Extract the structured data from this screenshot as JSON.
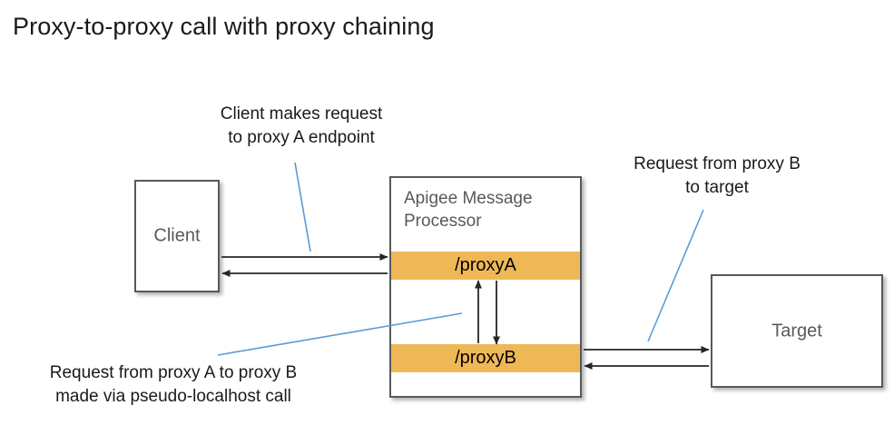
{
  "title": "Proxy-to-proxy call with proxy chaining",
  "colors": {
    "proxy_band": "#efb857",
    "box_border": "#58595b",
    "box_text": "#58595b",
    "leader_line": "#5b9bd5",
    "arrow": "#262626",
    "title_text": "#1a1a1a",
    "canvas_background": "#ffffff"
  },
  "nodes": {
    "client": {
      "label": "Client"
    },
    "target": {
      "label": "Target"
    },
    "message_processor": {
      "title": "Apigee Message\nProcessor",
      "title_line_1": "Apigee Message",
      "title_line_2": "Processor",
      "proxy_a": "/proxyA",
      "proxy_b": "/proxyB"
    }
  },
  "annotations": {
    "client_request": "Client makes request\nto proxy A endpoint",
    "target_request": "Request from proxy B\nto target",
    "chaining": "Request from proxy A to proxy B\nmade via pseudo-localhost call"
  },
  "flows": [
    {
      "name": "client-to-proxyA",
      "from": "client",
      "to": "proxy_a",
      "direction": "right"
    },
    {
      "name": "proxyA-to-client",
      "from": "proxy_a",
      "to": "client",
      "direction": "left"
    },
    {
      "name": "proxyA-to-proxyB",
      "from": "proxy_a",
      "to": "proxy_b",
      "direction": "down"
    },
    {
      "name": "proxyB-to-proxyA",
      "from": "proxy_b",
      "to": "proxy_a",
      "direction": "up"
    },
    {
      "name": "proxyB-to-target",
      "from": "proxy_b",
      "to": "target",
      "direction": "right"
    },
    {
      "name": "target-to-proxyB",
      "from": "target",
      "to": "proxy_b",
      "direction": "left"
    }
  ]
}
